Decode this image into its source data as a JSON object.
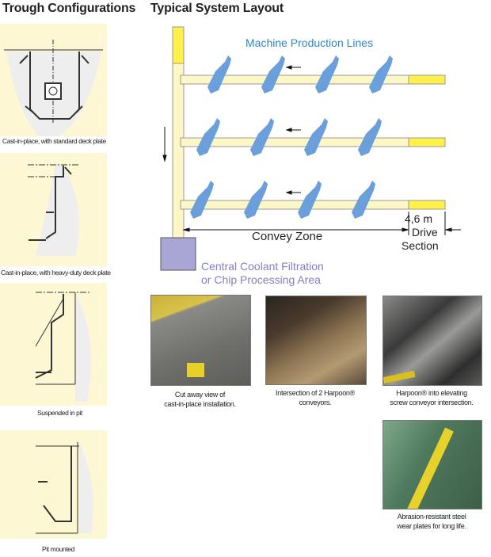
{
  "headings": {
    "trough": "Trough Configurations",
    "layout": "Typical System Layout"
  },
  "trough_configs": [
    {
      "caption": "Cast-in-place, with standard deck plate"
    },
    {
      "caption": "Cast-in-place, with heavy-duty deck plate"
    },
    {
      "caption": "Suspended in pit"
    },
    {
      "caption": "Pit mounted"
    }
  ],
  "diagram": {
    "machine_lines": "Machine Production Lines",
    "convey_zone": "Convey Zone",
    "drive_length": "4,6 m",
    "drive_l1": "Drive",
    "drive_l2": "Section",
    "central_l1": "Central Coolant Filtration",
    "central_l2": "or Chip Processing Area",
    "colors": {
      "blue_text": "#2f86c8",
      "machine": "#6a9fdc",
      "purple_text": "#8a7cc4",
      "box": "#a9a6d6",
      "yellow": "#fff04a",
      "cream": "#fdf6c6"
    }
  },
  "photos": [
    {
      "l1": "Cut away view of",
      "l2": "cast-in-place installation."
    },
    {
      "l1": "Intersection of 2 Harpoon®",
      "l2": "conveyors."
    },
    {
      "l1": "Harpoon® into elevating",
      "l2": "screw conveyor intersection."
    },
    {
      "l1": "Abrasion-resistant steel",
      "l2": "wear plates for long life."
    }
  ]
}
